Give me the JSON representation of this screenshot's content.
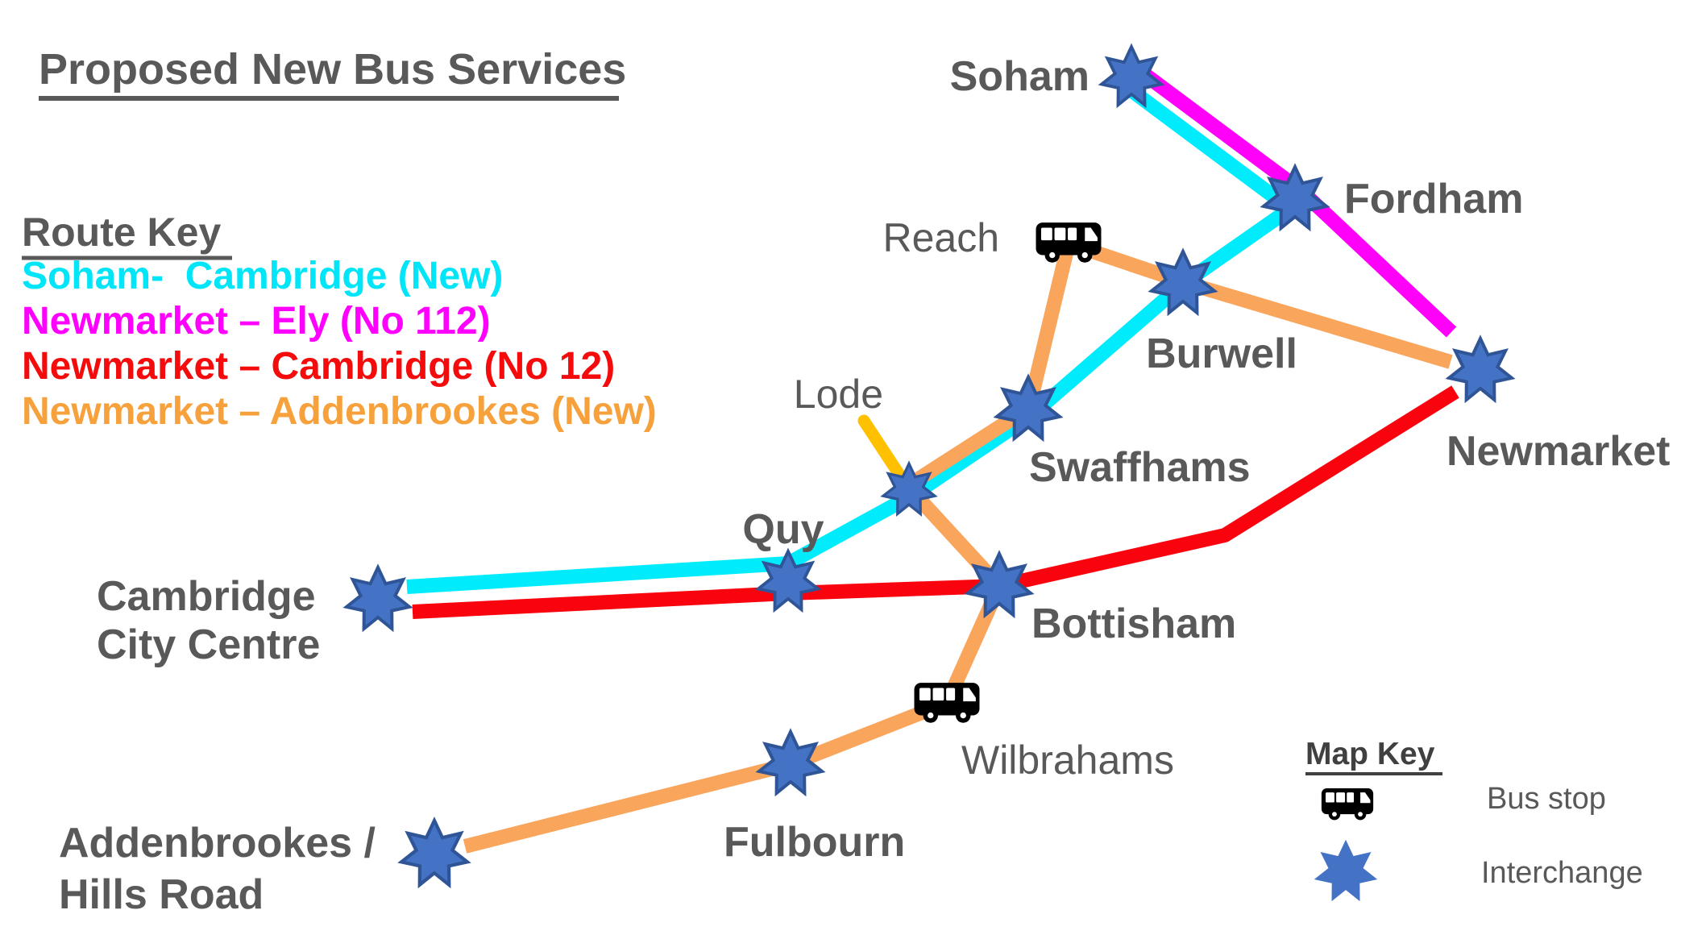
{
  "title": "Proposed New Bus Services",
  "route_key": {
    "heading": "Route Key",
    "routes": [
      {
        "label": "Soham-  Cambridge (New)",
        "text_color": "#00e5f7",
        "line_color": "#00ecfc"
      },
      {
        "label": "Newmarket – Ely (No 112)",
        "text_color": "#ff00ff",
        "line_color": "#ff00f9"
      },
      {
        "label": "Newmarket – Cambridge (No 12)",
        "text_color": "#f40b0b",
        "line_color": "#f9040e"
      },
      {
        "label": "Newmarket – Addenbrookes (New)",
        "text_color": "#f6a13b",
        "line_color": "#f9a55c"
      }
    ]
  },
  "lode_branch_color": "#ffc000",
  "map_key": {
    "heading": "Map Key",
    "bus_stop_label": "Bus stop",
    "interchange_label": "Interchange"
  },
  "stations": {
    "soham": "Soham",
    "fordham": "Fordham",
    "reach": "Reach",
    "burwell": "Burwell",
    "newmarket": "Newmarket",
    "swaffhams": "Swaffhams",
    "lode": "Lode",
    "quy": "Quy",
    "cambridge_line1": "Cambridge",
    "cambridge_line2": "City Centre",
    "bottisham": "Bottisham",
    "wilbrahams": "Wilbrahams",
    "fulbourn": "Fulbourn",
    "addenbrookes_line1": "Addenbrookes /",
    "addenbrookes_line2": "Hills Road"
  },
  "style": {
    "label_color": "#595959",
    "map_key_color": "#404040",
    "star_fill": "#4472c4",
    "star_stroke": "#2f5597",
    "bus_icon_color": "#000000",
    "background": "#ffffff"
  }
}
